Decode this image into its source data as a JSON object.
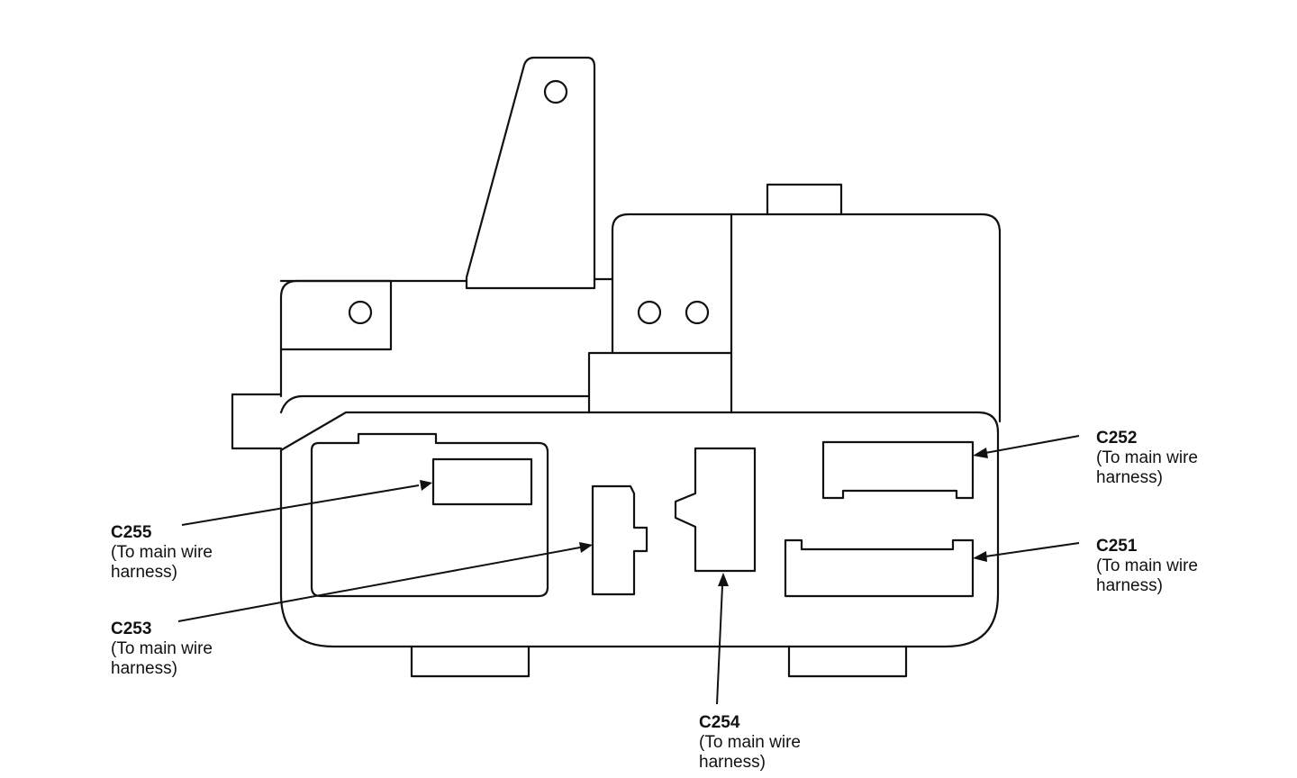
{
  "connectors": [
    {
      "id": "C252",
      "code": "C252",
      "line1": "(To main wire",
      "line2": "harness)"
    },
    {
      "id": "C251",
      "code": "C251",
      "line1": "(To main wire",
      "line2": "harness)"
    },
    {
      "id": "C255",
      "code": "C255",
      "line1": "(To main wire",
      "line2": "harness)"
    },
    {
      "id": "C253",
      "code": "C253",
      "line1": "(To main wire",
      "line2": "harness)"
    },
    {
      "id": "C254",
      "code": "C254",
      "line1": "(To main wire",
      "line2": "harness)"
    }
  ],
  "colors": {
    "stroke": "#111111",
    "background": "#ffffff"
  }
}
